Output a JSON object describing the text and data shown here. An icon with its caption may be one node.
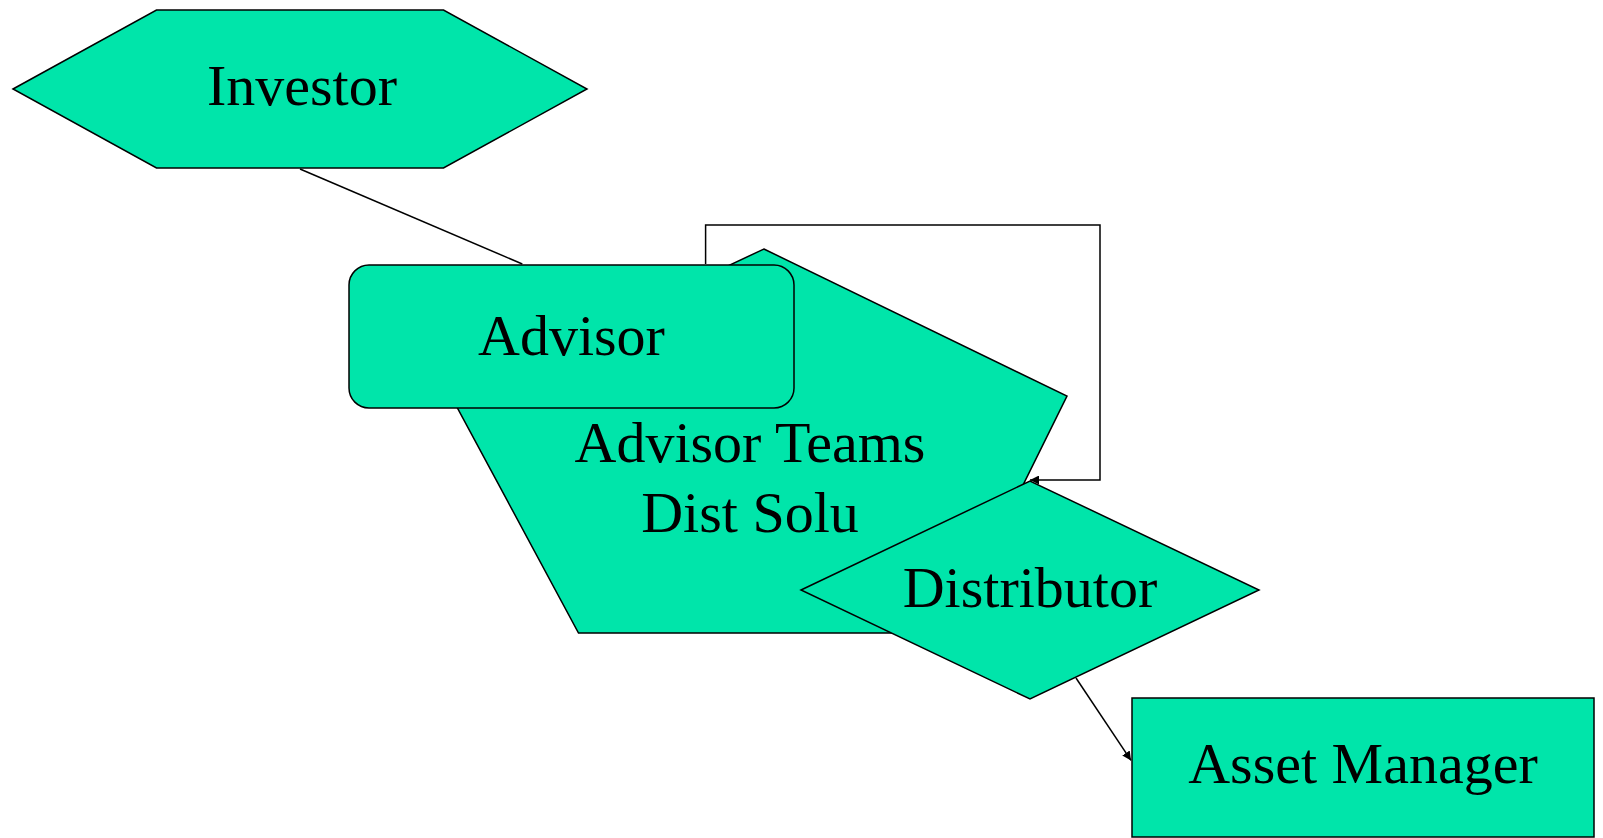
{
  "diagram": {
    "nodes": [
      {
        "text": [
          "Investor"
        ]
      },
      {
        "text": [
          "Advisor"
        ]
      },
      {
        "text": [
          "Advisor Teams Dist Solu"
        ]
      },
      {
        "text": [
          "Distributor"
        ]
      },
      {
        "text": [
          "Asset Manager"
        ]
      }
    ],
    "edges": [
      {
        "from": 0,
        "to": 1,
        "arrow": "none"
      },
      {
        "from": 1,
        "to": 3,
        "arrow": "to"
      },
      {
        "from": 3,
        "to": 4,
        "arrow": "to"
      }
    ]
  }
}
